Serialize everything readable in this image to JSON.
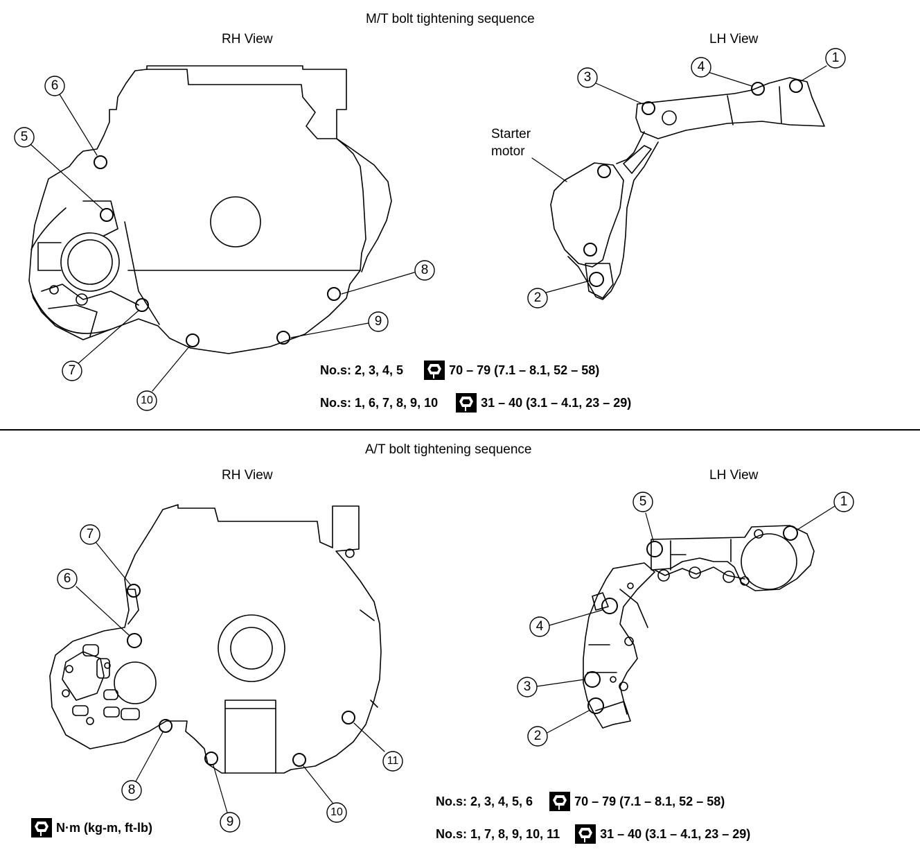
{
  "mt": {
    "title": "M/T bolt tightening sequence",
    "rh_view": "RH View",
    "lh_view": "LH View",
    "starter_line1": "Starter",
    "starter_line2": "motor",
    "spec1_nos": "No.s:  2, 3, 4, 5",
    "spec1_value": "70 – 79 (7.1 – 8.1, 52 – 58)",
    "spec2_nos": "No.s:  1, 6, 7, 8, 9, 10",
    "spec2_value": "31 – 40 (3.1 – 4.1, 23 – 29)",
    "rh_callouts": [
      "5",
      "6",
      "7",
      "8",
      "9",
      "10"
    ],
    "lh_callouts": [
      "1",
      "2",
      "3",
      "4"
    ]
  },
  "at": {
    "title": "A/T bolt tightening sequence",
    "rh_view": "RH View",
    "lh_view": "LH View",
    "spec1_nos": "No.s:  2, 3, 4, 5, 6",
    "spec1_value": "70 – 79 (7.1 – 8.1, 52 – 58)",
    "spec2_nos": "No.s:  1, 7, 8, 9, 10, 11",
    "spec2_value": "31 – 40 (3.1 – 4.1, 23 – 29)",
    "rh_callouts": [
      "6",
      "7",
      "8",
      "9",
      "10",
      "11"
    ],
    "lh_callouts": [
      "1",
      "2",
      "3",
      "4",
      "5"
    ]
  },
  "legend_unit": "N·m (kg-m, ft-lb)",
  "icons": {
    "torque": "torque-wrench-icon"
  },
  "colors": {
    "line": "#000000",
    "background": "#ffffff"
  }
}
